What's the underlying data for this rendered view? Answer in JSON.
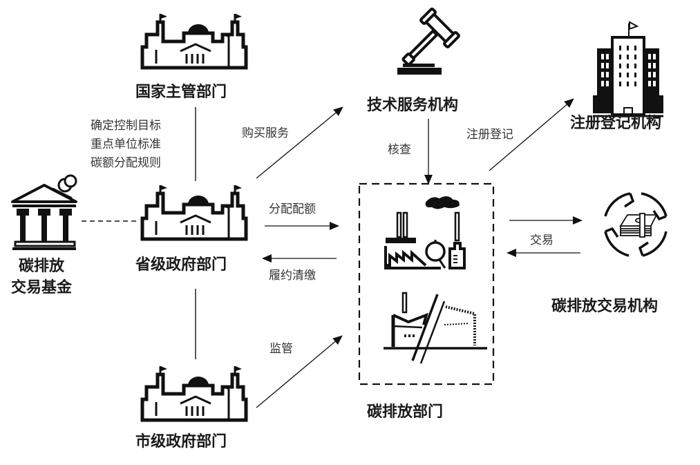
{
  "nodes": {
    "national": {
      "label": "国家主管部门",
      "icon": "government-building-icon"
    },
    "provincial": {
      "label": "省级政府部门",
      "icon": "government-building-icon"
    },
    "municipal": {
      "label": "市级政府部门",
      "icon": "government-building-icon"
    },
    "fund": {
      "label_line1": "碳排放",
      "label_line2": "交易基金",
      "icon": "bank-coins-icon"
    },
    "tech_service": {
      "label": "技术服务机构",
      "icon": "gavel-icon"
    },
    "registry": {
      "label": "注册登记机构",
      "icon": "office-building-icon"
    },
    "emitters": {
      "label": "碳排放部门",
      "icons": [
        "factory-icon",
        "power-plant-icon"
      ]
    },
    "exchange": {
      "label": "碳排放交易机构",
      "icon": "money-cycle-icon"
    }
  },
  "edges": {
    "national_to_provincial": {
      "lines": [
        "确定控制目标",
        "重点单位标准",
        "碳额分配规则"
      ]
    },
    "buy_service": {
      "label": "购买服务"
    },
    "verify": {
      "label": "核查"
    },
    "register": {
      "label": "注册登记"
    },
    "allocate": {
      "label": "分配配额"
    },
    "surrender": {
      "label": "履约清缴"
    },
    "supervise": {
      "label": "监管"
    },
    "trade": {
      "label": "交易"
    }
  }
}
